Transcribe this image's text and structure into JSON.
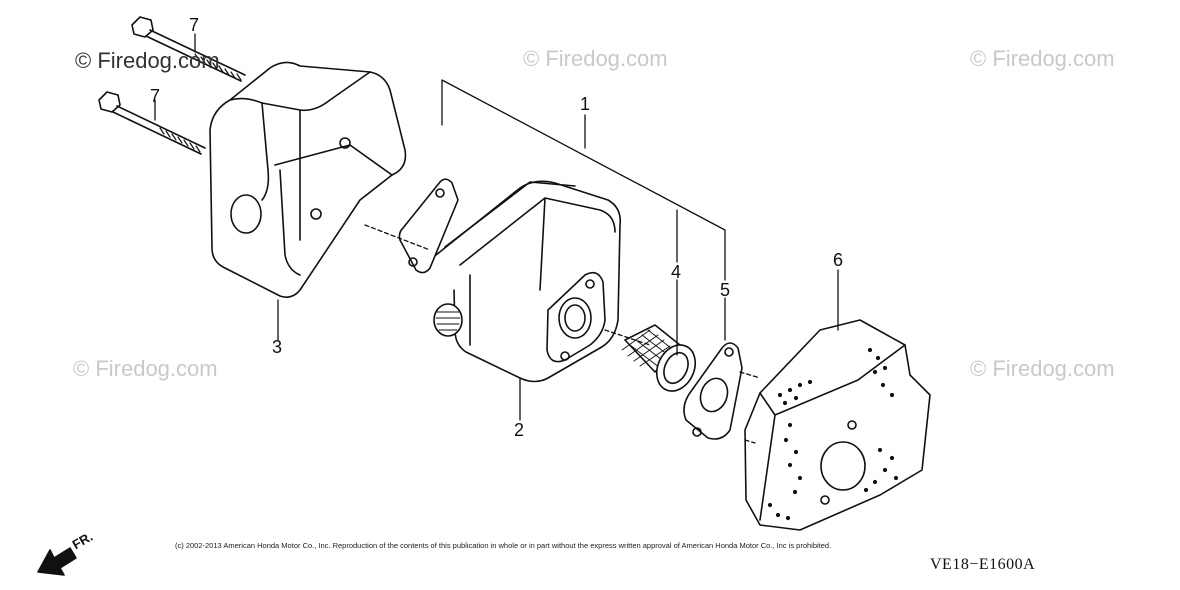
{
  "watermarks": [
    {
      "text": "© Firedog.com"
    },
    {
      "text": "© Firedog.com"
    },
    {
      "text": "© Firedog.com"
    },
    {
      "text": "© Firedog.com"
    },
    {
      "text": "© Firedog.com"
    }
  ],
  "callouts": {
    "c1": "1",
    "c2": "2",
    "c3": "3",
    "c4": "4",
    "c5": "5",
    "c6": "6",
    "c7a": "7",
    "c7b": "7"
  },
  "footer": {
    "copyright": "(c) 2002-2013 American Honda Motor Co., Inc. Reproduction of the contents of this publication in whole or in part without the express written approval of American Honda Motor Co., Inc is prohibited.",
    "diagram_code": "VE18−E1600A",
    "direction_label": "FR."
  }
}
